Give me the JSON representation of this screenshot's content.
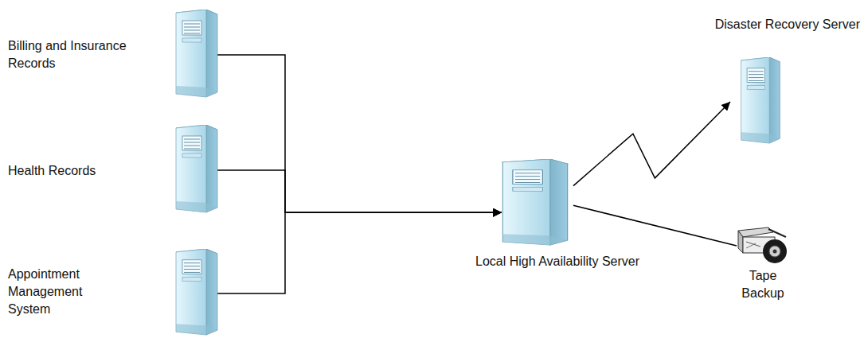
{
  "diagram": {
    "nodes": [
      {
        "text": [
          "Billing and Insurance Records"
        ]
      },
      {
        "text": [
          "Health Records"
        ]
      },
      {
        "text": [
          "Appointment Management System"
        ]
      },
      {
        "text": [
          "Local High Availability Server"
        ]
      },
      {
        "text": [
          "Disaster Recovery Server"
        ]
      },
      {
        "text": [
          "Tape Backup"
        ]
      }
    ],
    "edges": [
      {
        "from": 0,
        "to": 3,
        "arrow": "to"
      },
      {
        "from": 1,
        "to": 3,
        "arrow": "to"
      },
      {
        "from": 2,
        "to": 3,
        "arrow": "to"
      },
      {
        "from": 3,
        "to": 4,
        "arrow": "to"
      },
      {
        "from": 3,
        "to": 5,
        "arrow": "none"
      }
    ]
  }
}
